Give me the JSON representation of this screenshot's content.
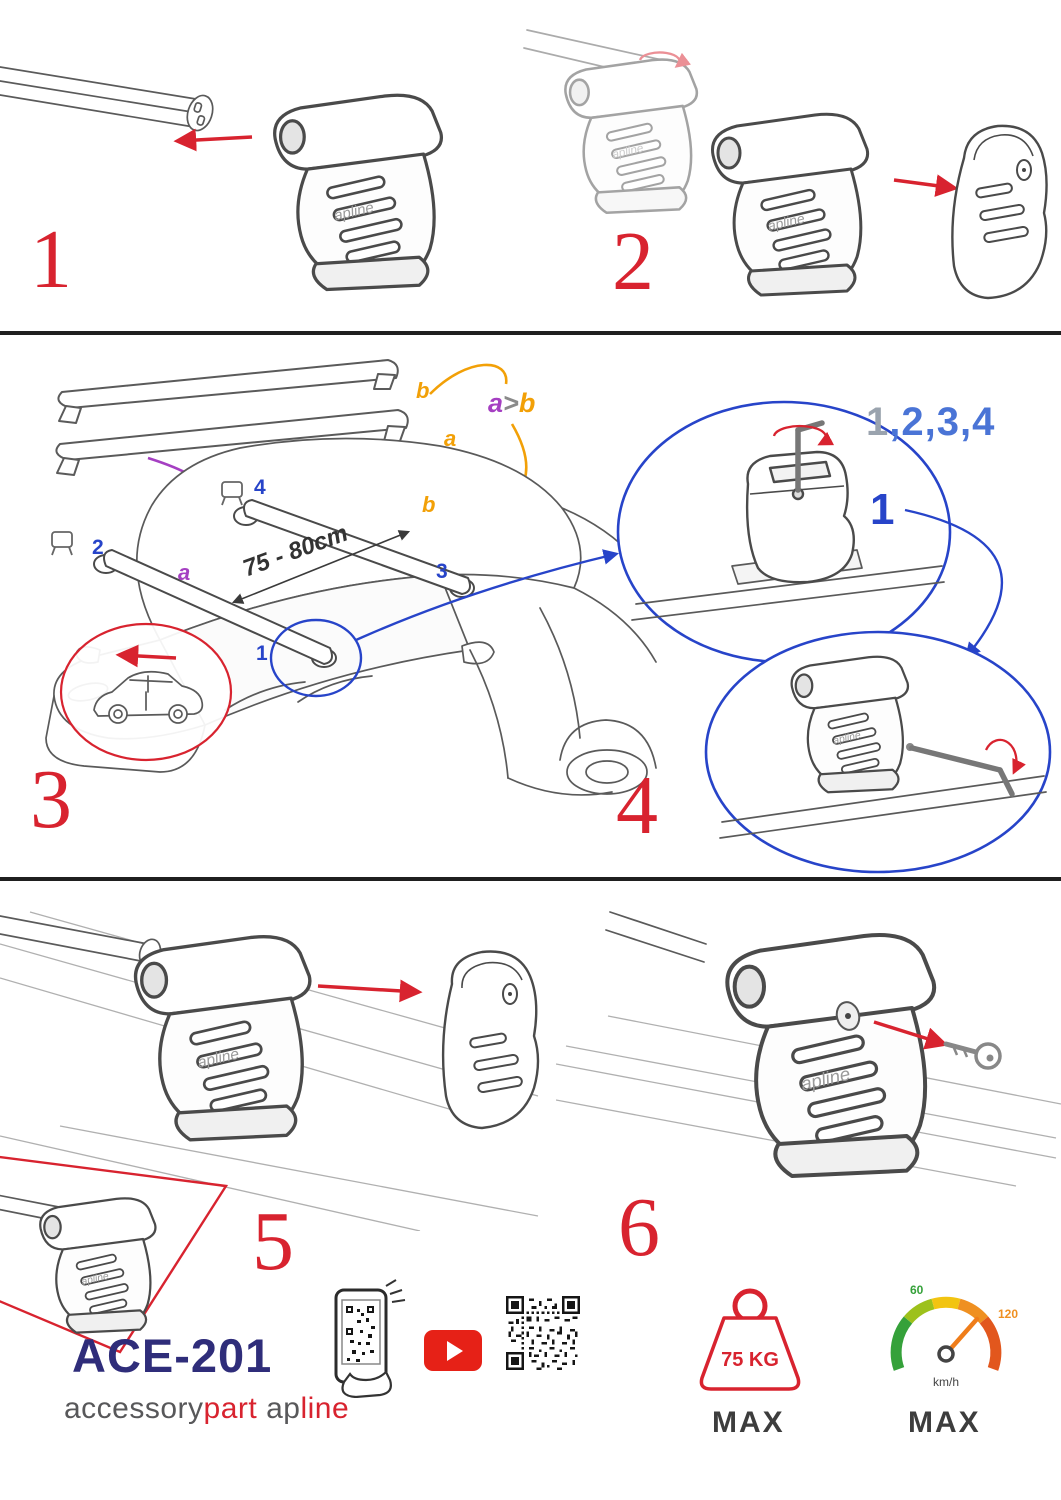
{
  "colors": {
    "accent_red": "#d8232f",
    "accent_blue": "#2744c9",
    "accent_purple": "#a53fc2",
    "accent_orange": "#f2a007",
    "brand_navy": "#2f2d7a",
    "text_gray": "#58585a"
  },
  "steps": {
    "s1": "1",
    "s2": "2",
    "s3": "3",
    "s4": "4",
    "s5": "5",
    "s6": "6"
  },
  "assembly": {
    "bar_label_top": "b",
    "bar_label_bottom": "a",
    "order_a": "a",
    "order_gt": ">",
    "order_b": "b",
    "sequence_first": "1",
    "sequence_rest": ",2,3,4",
    "detail_number": "1",
    "roof_label_clamp_front": "2",
    "roof_label_clamp_rear": "4",
    "roof_label_bar_front": "a",
    "roof_label_bar_rear": "b",
    "roof_label_foot_rear": "3",
    "roof_label_foot_front": "1",
    "span": "75 - 80cm"
  },
  "branding": {
    "model": "ACE-201",
    "brand_gray": "accessory",
    "brand_red": "part",
    "brand2_gray": "ap",
    "brand2_red": "line",
    "foot_logo": "apline"
  },
  "limits": {
    "weight_value": "75 KG",
    "weight_max": "MAX",
    "speed_unit": "km/h",
    "speed_max": "MAX",
    "speed_tick_low": "60",
    "speed_tick_high": "120"
  }
}
